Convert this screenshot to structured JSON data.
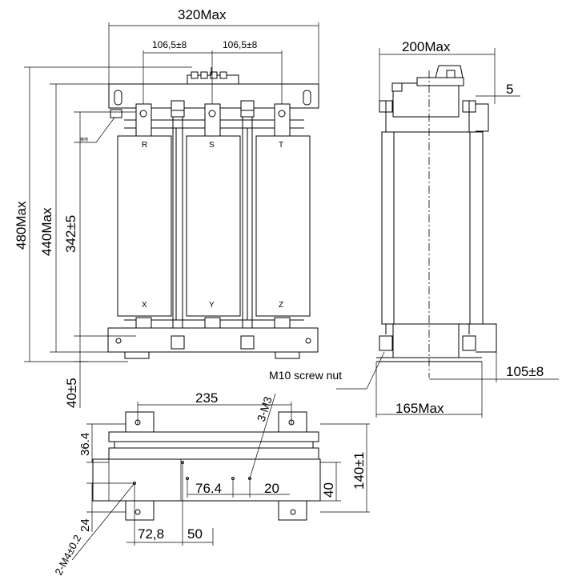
{
  "dimensions": {
    "front_width": "320Max",
    "spacing_left": "106,5±8",
    "spacing_right": "106,5±8",
    "height_total": "480Max",
    "height_mid": "440Max",
    "height_coil": "342±5",
    "base_height": "40±5",
    "side_width": "200Max",
    "side_terminal": "5",
    "side_offset": "105±8",
    "side_base": "165Max",
    "mount_span": "235",
    "mount_hole_label": "3-M3",
    "mount_depth": "140±1",
    "mount_top": "36.4",
    "mount_bottom": "24",
    "mount_76": "76.4",
    "mount_20": "20",
    "mount_40": "40",
    "mount_72": "72,8",
    "mount_50": "50",
    "mount_m4_label": "2-M4±0.2"
  },
  "labels": {
    "screw_nut": "M10 screw nut",
    "tiny_tag": "接地"
  },
  "phases_top": [
    "R",
    "S",
    "T"
  ],
  "phases_bottom": [
    "X",
    "Y",
    "Z"
  ]
}
